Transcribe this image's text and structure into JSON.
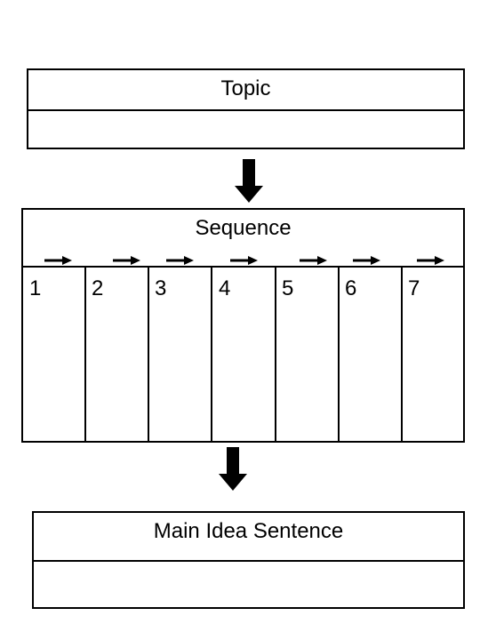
{
  "topic": {
    "title": "Topic",
    "content": ""
  },
  "sequence": {
    "title": "Sequence",
    "steps": [
      "1",
      "2",
      "3",
      "4",
      "5",
      "6",
      "7"
    ]
  },
  "main_idea": {
    "title": "Main Idea Sentence",
    "content": ""
  },
  "colors": {
    "stroke": "#000000",
    "background": "#ffffff"
  }
}
